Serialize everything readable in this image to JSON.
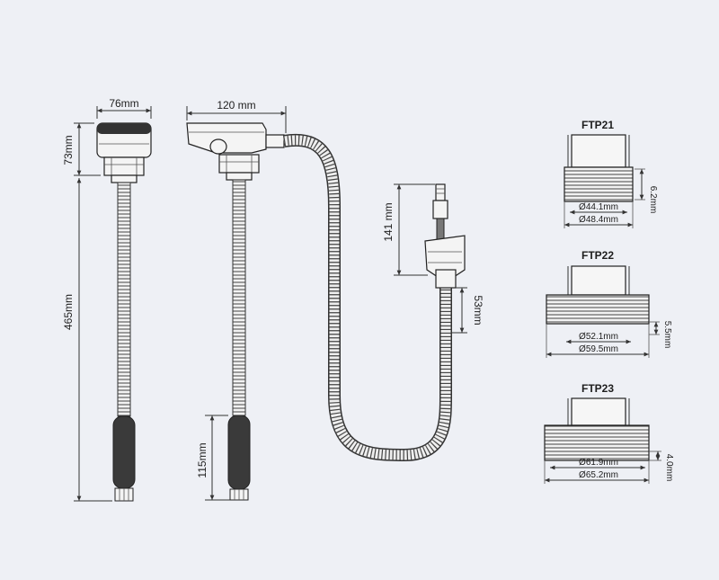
{
  "pump_left": {
    "width": "76mm",
    "head_height": "73mm",
    "total_length": "465mm"
  },
  "pump_right": {
    "width": "120 mm",
    "handle_length": "115mm"
  },
  "outlet": {
    "height": "141 mm",
    "lower_length": "53mm"
  },
  "fittings": [
    {
      "name": "FTP21",
      "thread": "6.2mm",
      "inner": "Ø44.1mm",
      "outer": "Ø48.4mm"
    },
    {
      "name": "FTP22",
      "thread": "5.5mm",
      "inner": "Ø52.1mm",
      "outer": "Ø59.5mm"
    },
    {
      "name": "FTP23",
      "thread": "4.0mm",
      "inner": "Ø61.9mm",
      "outer": "Ø65.2mm"
    }
  ]
}
